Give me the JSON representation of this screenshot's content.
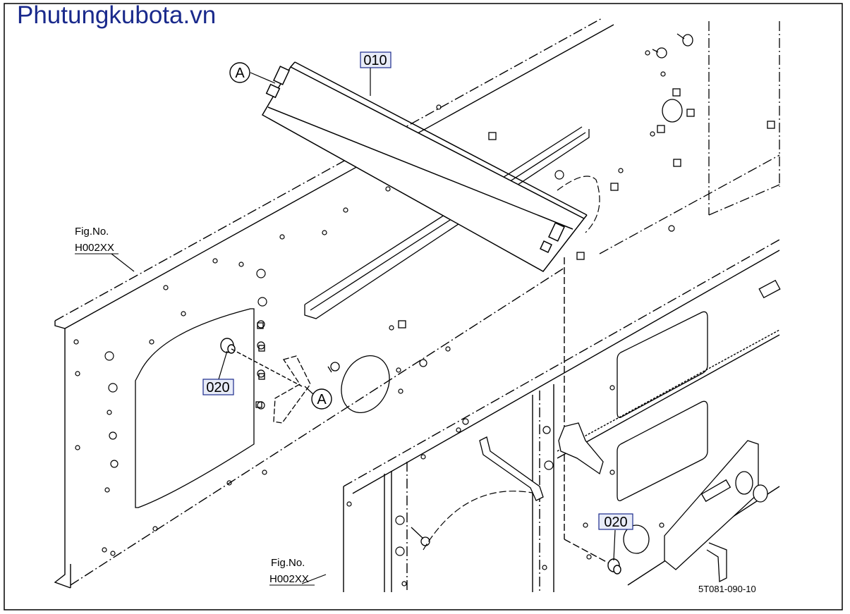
{
  "watermark": "Phutungkubota.vn",
  "colors": {
    "line": "#000000",
    "watermark": "#1a2a8c",
    "callout_box_fill": "#e8ecf8",
    "callout_box_stroke": "#1a2a8c"
  },
  "callouts": [
    {
      "id": "part-010",
      "text": "010"
    },
    {
      "id": "part-020-left",
      "text": "020"
    },
    {
      "id": "part-020-right",
      "text": "020"
    }
  ],
  "markers": [
    {
      "id": "marker-a-top",
      "text": "A"
    },
    {
      "id": "marker-a-mid",
      "text": "A"
    }
  ],
  "figure_refs": [
    {
      "id": "fig-ref-left",
      "line1": "Fig.No.",
      "line2": "H002XX"
    },
    {
      "id": "fig-ref-bottom",
      "line1": "Fig.No.",
      "line2": "H002XX"
    }
  ],
  "diagram_code": "5T081-090-10"
}
